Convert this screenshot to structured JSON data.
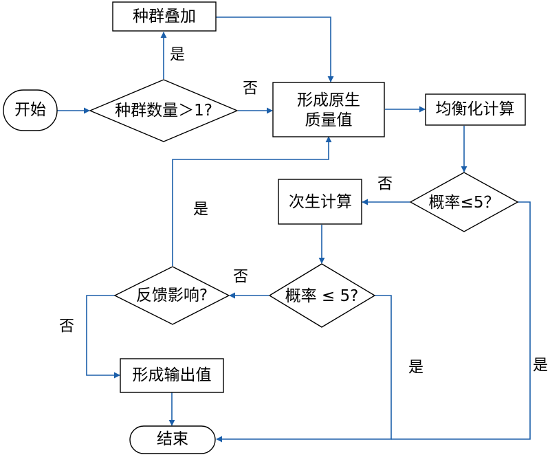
{
  "colors": {
    "line": "#000000",
    "arrow": "#1b5faa",
    "fill": "#ffffff"
  },
  "nodes": {
    "start": "开始",
    "superpose": "种群叠加",
    "cond_count": "种群数量＞1?",
    "form_quality_l1": "形成原生",
    "form_quality_l2": "质量值",
    "balance": "均衡化计算",
    "cond_prob1": "概率≤5？",
    "secondary": "次生计算",
    "cond_prob2": "概率 ≤ 5?",
    "feedback": "反馈影响?",
    "output": "形成输出值",
    "end": "结束"
  },
  "labels": {
    "yes_superpose": "是",
    "no_count": "否",
    "no_prob1": "否",
    "yes_feedback": "是",
    "no_prob2": "否",
    "no_feedback": "否",
    "yes_prob2": "是",
    "yes_prob1": "是"
  }
}
